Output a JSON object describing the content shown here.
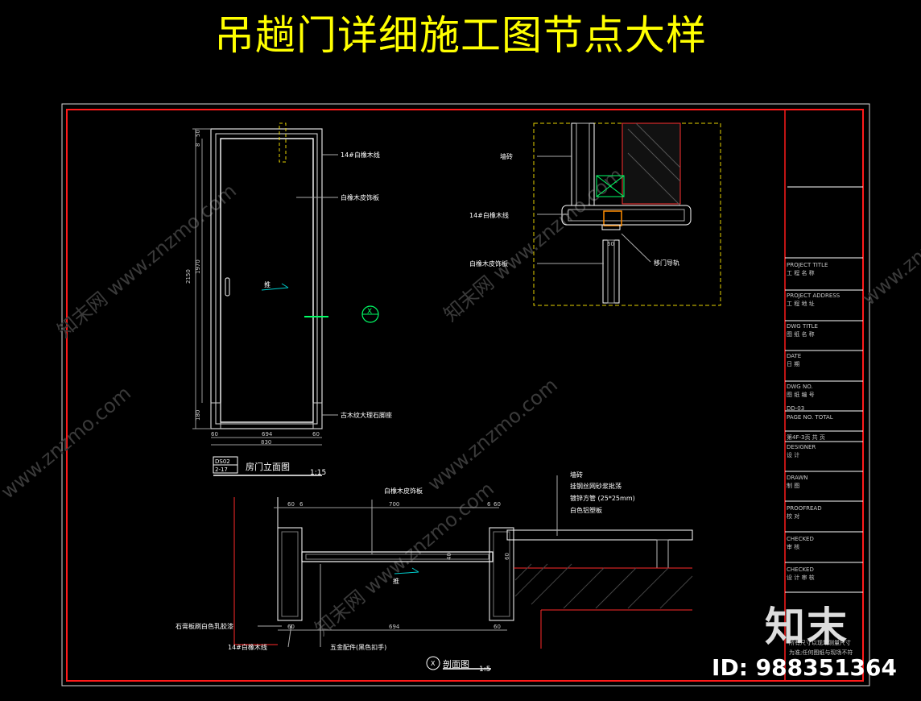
{
  "title": "吊趟门详细施工图节点大样",
  "elevation": {
    "dim_left_outer": "2150",
    "dim_left_inner": "1970",
    "dim_top_a": "8",
    "dim_top_b": "50",
    "dim_bottom": "180",
    "dim_w_left": "60",
    "dim_w_mid": "694",
    "dim_w_right": "60",
    "dim_w_total": "830",
    "push_label": "推",
    "label_1": "14#白橡木线",
    "label_2": "白橡木皮饰板",
    "label_3": "古木纹大理石脚座",
    "caption_code_top": "DS02",
    "caption_code_bottom": "2-17",
    "caption": "房门立面图",
    "scale": "1:15",
    "callout": "X"
  },
  "detail_top": {
    "label_wall": "墙砖",
    "label_line": "14#白橡木线",
    "label_panel": "白橡木皮饰板",
    "label_rail": "移门导轨",
    "dim": "60"
  },
  "section": {
    "label_panel": "白橡木皮饰板",
    "label_wall": "墙砖",
    "label_mesh": "挂钢丝网砂浆批荡",
    "label_tube": "镀锌方管 (25*25mm)",
    "label_board": "白色铝塑板",
    "label_gypsum": "石膏板刷白色乳胶漆",
    "label_line": "14#白橡木线",
    "label_hw": "五金配件(黑色扣手)",
    "dim_top_a": "60",
    "dim_top_b": "6",
    "dim_top_mid": "700",
    "dim_top_c": "6",
    "dim_top_d": "60",
    "dim_bottom_a": "60",
    "dim_bottom_mid": "694",
    "dim_bottom_b": "60",
    "dim_side": "60",
    "dim_thk": "40",
    "push_label": "推",
    "callout": "X",
    "caption": "剖面图",
    "scale": "1:5"
  },
  "title_block": {
    "project_title": "PROJECT TITLE",
    "project_title_cn": "工 程 名 称",
    "project_address": "PROJECT ADDRESS",
    "project_address_cn": "工 程 地 址",
    "dwg_title": "DWG   TITLE",
    "dwg_title_cn": "图 纸 名 称",
    "date": "DATE",
    "date_cn": "日     期",
    "dwg_no": "DWG        NO.",
    "dwg_no_cn": "图 纸 编 号",
    "dwg_no_value": "DD-03",
    "page_no": "PAGE  NO.          TOTAL",
    "page_value": "第4F-3页        共    页",
    "designer": "DESIGNER",
    "designer_cn": "设     计",
    "drawn": "DRAWN",
    "drawn_cn": "制     图",
    "proofread": "PROOFREAD",
    "proofread_cn": "校     对",
    "checked1": "CHECKED",
    "checked1_cn": "审     核",
    "checked2": "CHECKED",
    "checked2_cn": "设 计 审 核",
    "note1": "所有尺寸以现场测量尺寸",
    "note2": "为准;任何图纸与现场不符"
  },
  "watermark": {
    "text1": "知末网 www.znzmo.com",
    "text2": "www.znzmo.com"
  },
  "logo": "知末",
  "id_label": "ID: 988351364"
}
